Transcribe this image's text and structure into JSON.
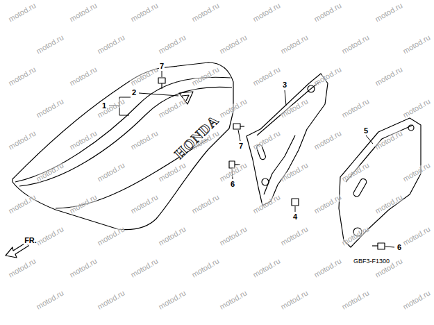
{
  "diagram": {
    "labels": [
      "1",
      "2",
      "7",
      "7",
      "6",
      "3",
      "4",
      "5",
      "6",
      "HONDA",
      "FR.",
      "GBF3-F1300",
      "motod.ru",
      "motod.ru",
      "motod.ru",
      "motod.ru",
      "motod.ru",
      "motod.ru",
      "motod.ru",
      "motod.ru",
      "motod.ru",
      "motod.ru",
      "motod.ru",
      "motod.ru",
      "motod.ru",
      "motod.ru",
      "motod.ru",
      "motod.ru",
      "motod.ru",
      "motod.ru",
      "motod.ru",
      "motod.ru",
      "motod.ru",
      "motod.ru",
      "motod.ru",
      "motod.ru",
      "motod.ru",
      "motod.ru",
      "motod.ru",
      "motod.ru",
      "motod.ru",
      "motod.ru",
      "motod.ru",
      "motod.ru",
      "motod.ru",
      "motod.ru",
      "motod.ru",
      "motod.ru",
      "motod.ru",
      "motod.ru",
      "motod.ru",
      "motod.ru",
      "motod.ru",
      "motod.ru",
      "motod.ru",
      "motod.ru",
      "motod.ru",
      "motod.ru",
      "motod.ru",
      "motod.ru",
      "motod.ru",
      "motod.ru",
      "motod.ru",
      "motod.ru",
      "motod.ru",
      "motod.ru",
      "motod.ru",
      "motod.ru",
      "motod.ru",
      "motod.ru",
      "motod.ru",
      "motod.ru",
      "motod.ru",
      "motod.ru",
      "motod.ru",
      "motod.ru",
      "motod.ru",
      "motod.ru",
      "motod.ru",
      "motod.ru",
      "motod.ru",
      "motod.ru"
    ]
  }
}
